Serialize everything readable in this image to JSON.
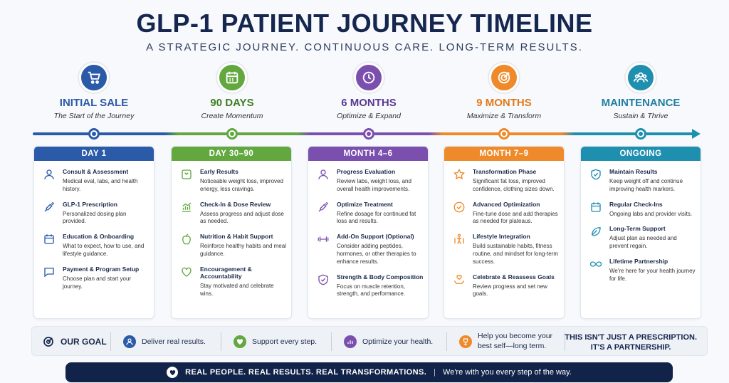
{
  "header": {
    "title": "GLP-1 PATIENT JOURNEY TIMELINE",
    "subtitle": "A STRATEGIC JOURNEY. CONTINUOUS CARE. LONG-TERM RESULTS."
  },
  "colors": {
    "blue": "#2b5aa8",
    "green": "#62a83f",
    "purple": "#7b4fae",
    "orange": "#ef8a2a",
    "teal": "#1f8fb0",
    "navy": "#12234a"
  },
  "stages": [
    {
      "name": "INITIAL SALE",
      "tag": "The Start of the Journey",
      "icon": "cart-icon"
    },
    {
      "name": "90 DAYS",
      "tag": "Create Momentum",
      "icon": "calendar-icon"
    },
    {
      "name": "6 MONTHS",
      "tag": "Optimize & Expand",
      "icon": "clock-icon"
    },
    {
      "name": "9 MONTHS",
      "tag": "Maximize & Transform",
      "icon": "target-icon"
    },
    {
      "name": "MAINTENANCE",
      "tag": "Sustain & Thrive",
      "icon": "people-icon"
    }
  ],
  "cards": [
    {
      "head": "DAY 1",
      "items": [
        {
          "title": "Consult & Assessment",
          "desc": "Medical eval, labs, and health history.",
          "icon": "person-icon"
        },
        {
          "title": "GLP-1 Prescription",
          "desc": "Personalized dosing plan provided.",
          "icon": "syringe-icon"
        },
        {
          "title": "Education & Onboarding",
          "desc": "What to expect, how to use, and lifestyle guidance.",
          "icon": "calendar-icon"
        },
        {
          "title": "Payment & Program Setup",
          "desc": "Choose plan and start your journey.",
          "icon": "chat-icon"
        }
      ]
    },
    {
      "head": "DAY 30–90",
      "items": [
        {
          "title": "Early Results",
          "desc": "Noticeable weight loss, improved energy, less cravings.",
          "icon": "scale-icon"
        },
        {
          "title": "Check-In & Dose Review",
          "desc": "Assess progress and adjust dose as needed.",
          "icon": "chart-icon"
        },
        {
          "title": "Nutrition & Habit Support",
          "desc": "Reinforce healthy habits and meal guidance.",
          "icon": "apple-icon"
        },
        {
          "title": "Encouragement & Accountability",
          "desc": "Stay motivated and celebrate wins.",
          "icon": "heart-icon"
        }
      ]
    },
    {
      "head": "MONTH 4–6",
      "items": [
        {
          "title": "Progress Evaluation",
          "desc": "Review labs, weight loss, and overall health improvements.",
          "icon": "person-icon"
        },
        {
          "title": "Optimize Treatment",
          "desc": "Refine dosage for continued fat loss and results.",
          "icon": "syringe-icon"
        },
        {
          "title": "Add-On Support (Optional)",
          "desc": "Consider adding peptides, hormones, or other therapies to enhance results.",
          "icon": "dumbbell-icon"
        },
        {
          "title": "Strength & Body Composition",
          "desc": "Focus on muscle retention, strength, and performance.",
          "icon": "shield-icon"
        }
      ]
    },
    {
      "head": "MONTH 7–9",
      "items": [
        {
          "title": "Transformation Phase",
          "desc": "Significant fat loss, improved confidence, clothing sizes down.",
          "icon": "star-icon"
        },
        {
          "title": "Advanced Optimization",
          "desc": "Fine-tune dose and add therapies as needed for plateaus.",
          "icon": "check-circle-icon"
        },
        {
          "title": "Lifestyle Integration",
          "desc": "Build sustainable habits, fitness routine, and mindset for long-term success.",
          "icon": "figure-icon"
        },
        {
          "title": "Celebrate & Reassess Goals",
          "desc": "Review progress and set new goals.",
          "icon": "hands-heart-icon"
        }
      ]
    },
    {
      "head": "ONGOING",
      "items": [
        {
          "title": "Maintain Results",
          "desc": "Keep weight off and continue improving health markers.",
          "icon": "shield-check-icon"
        },
        {
          "title": "Regular Check-Ins",
          "desc": "Ongoing labs and provider visits.",
          "icon": "calendar-icon"
        },
        {
          "title": "Long-Term Support",
          "desc": "Adjust plan as needed and prevent regain.",
          "icon": "leaf-icon"
        },
        {
          "title": "Lifetime Partnership",
          "desc": "We're here for your health journey for life.",
          "icon": "infinity-icon"
        }
      ]
    }
  ],
  "goal": {
    "label": "OUR GOAL",
    "items": [
      "Deliver real results.",
      "Support every step.",
      "Optimize your health.",
      "Help you become your best self—long term."
    ],
    "partner_line1": "THIS ISN'T JUST A PRESCRIPTION.",
    "partner_line2": "IT'S A PARTNERSHIP."
  },
  "banner": {
    "main": "REAL PEOPLE. REAL RESULTS. REAL TRANSFORMATIONS.",
    "sep": "|",
    "sub": "We're with you every step of the way."
  }
}
